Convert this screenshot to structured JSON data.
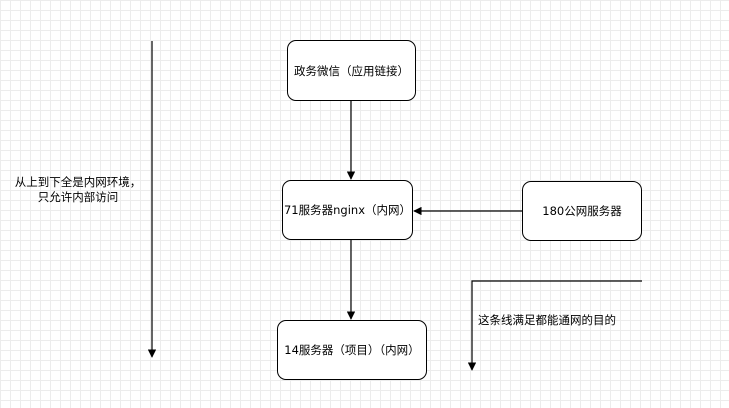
{
  "nodes": {
    "gov_wechat": "政务微信（应用链接）",
    "server_71": "71服务器nginx（内网）",
    "server_14": "14服务器（项目）（内网）",
    "server_180": "180公网服务器"
  },
  "annotations": {
    "left_note_line1": "从上到下全是内网环境，",
    "left_note_line2": "只允许内部访问",
    "right_note": "这条线满足都能通网的目的"
  },
  "colors": {
    "stroke": "#000000",
    "background": "#ffffff",
    "grid": "#ececec"
  }
}
